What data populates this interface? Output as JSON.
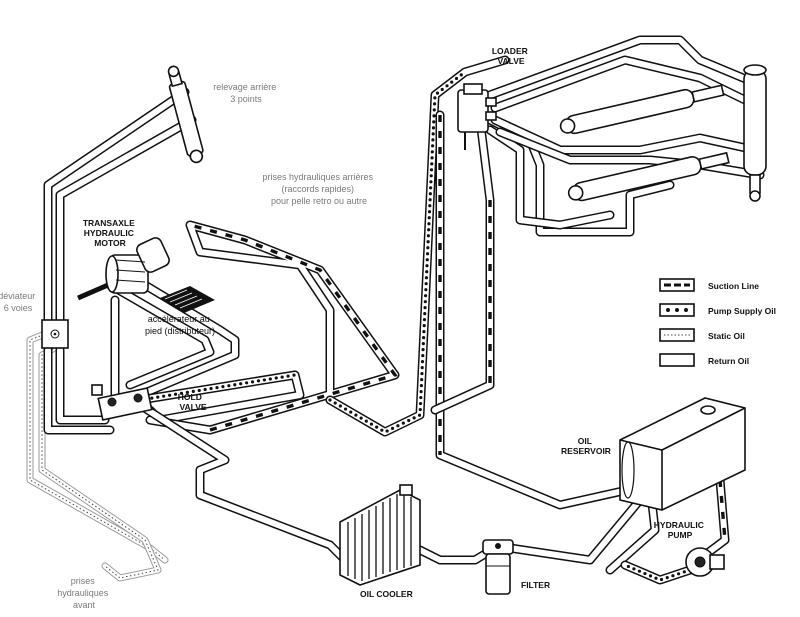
{
  "components": {
    "loader_valve": [
      "LOADER",
      "VALVE"
    ],
    "transaxle_motor": [
      "TRANSAXLE",
      "HYDRAULIC",
      "MOTOR"
    ],
    "hold_valve": [
      "HOLD",
      "VALVE"
    ],
    "oil_reservoir": [
      "OIL",
      "RESERVOIR"
    ],
    "hydraulic_pump": [
      "HYDRAULIC",
      "PUMP"
    ],
    "oil_cooler": "OIL COOLER",
    "filter": "FILTER"
  },
  "annotations": {
    "relevage": [
      "relevage arrière",
      "3 points"
    ],
    "prises_arrieres": [
      "prises hydrauliques arrières",
      "(raccords rapides)",
      "pour pelle retro ou autre"
    ],
    "deviateur": [
      "déviateur",
      "6 voies"
    ],
    "accelerateur": [
      "accélérateur au",
      "pied (distributeur)"
    ],
    "prises_avant": [
      "prises",
      "hydrauliques",
      "avant"
    ]
  },
  "legend": [
    {
      "key": "suction",
      "label": "Suction Line"
    },
    {
      "key": "pump",
      "label": "Pump Supply Oil"
    },
    {
      "key": "static",
      "label": "Static Oil"
    },
    {
      "key": "return",
      "label": "Return Oil"
    }
  ]
}
